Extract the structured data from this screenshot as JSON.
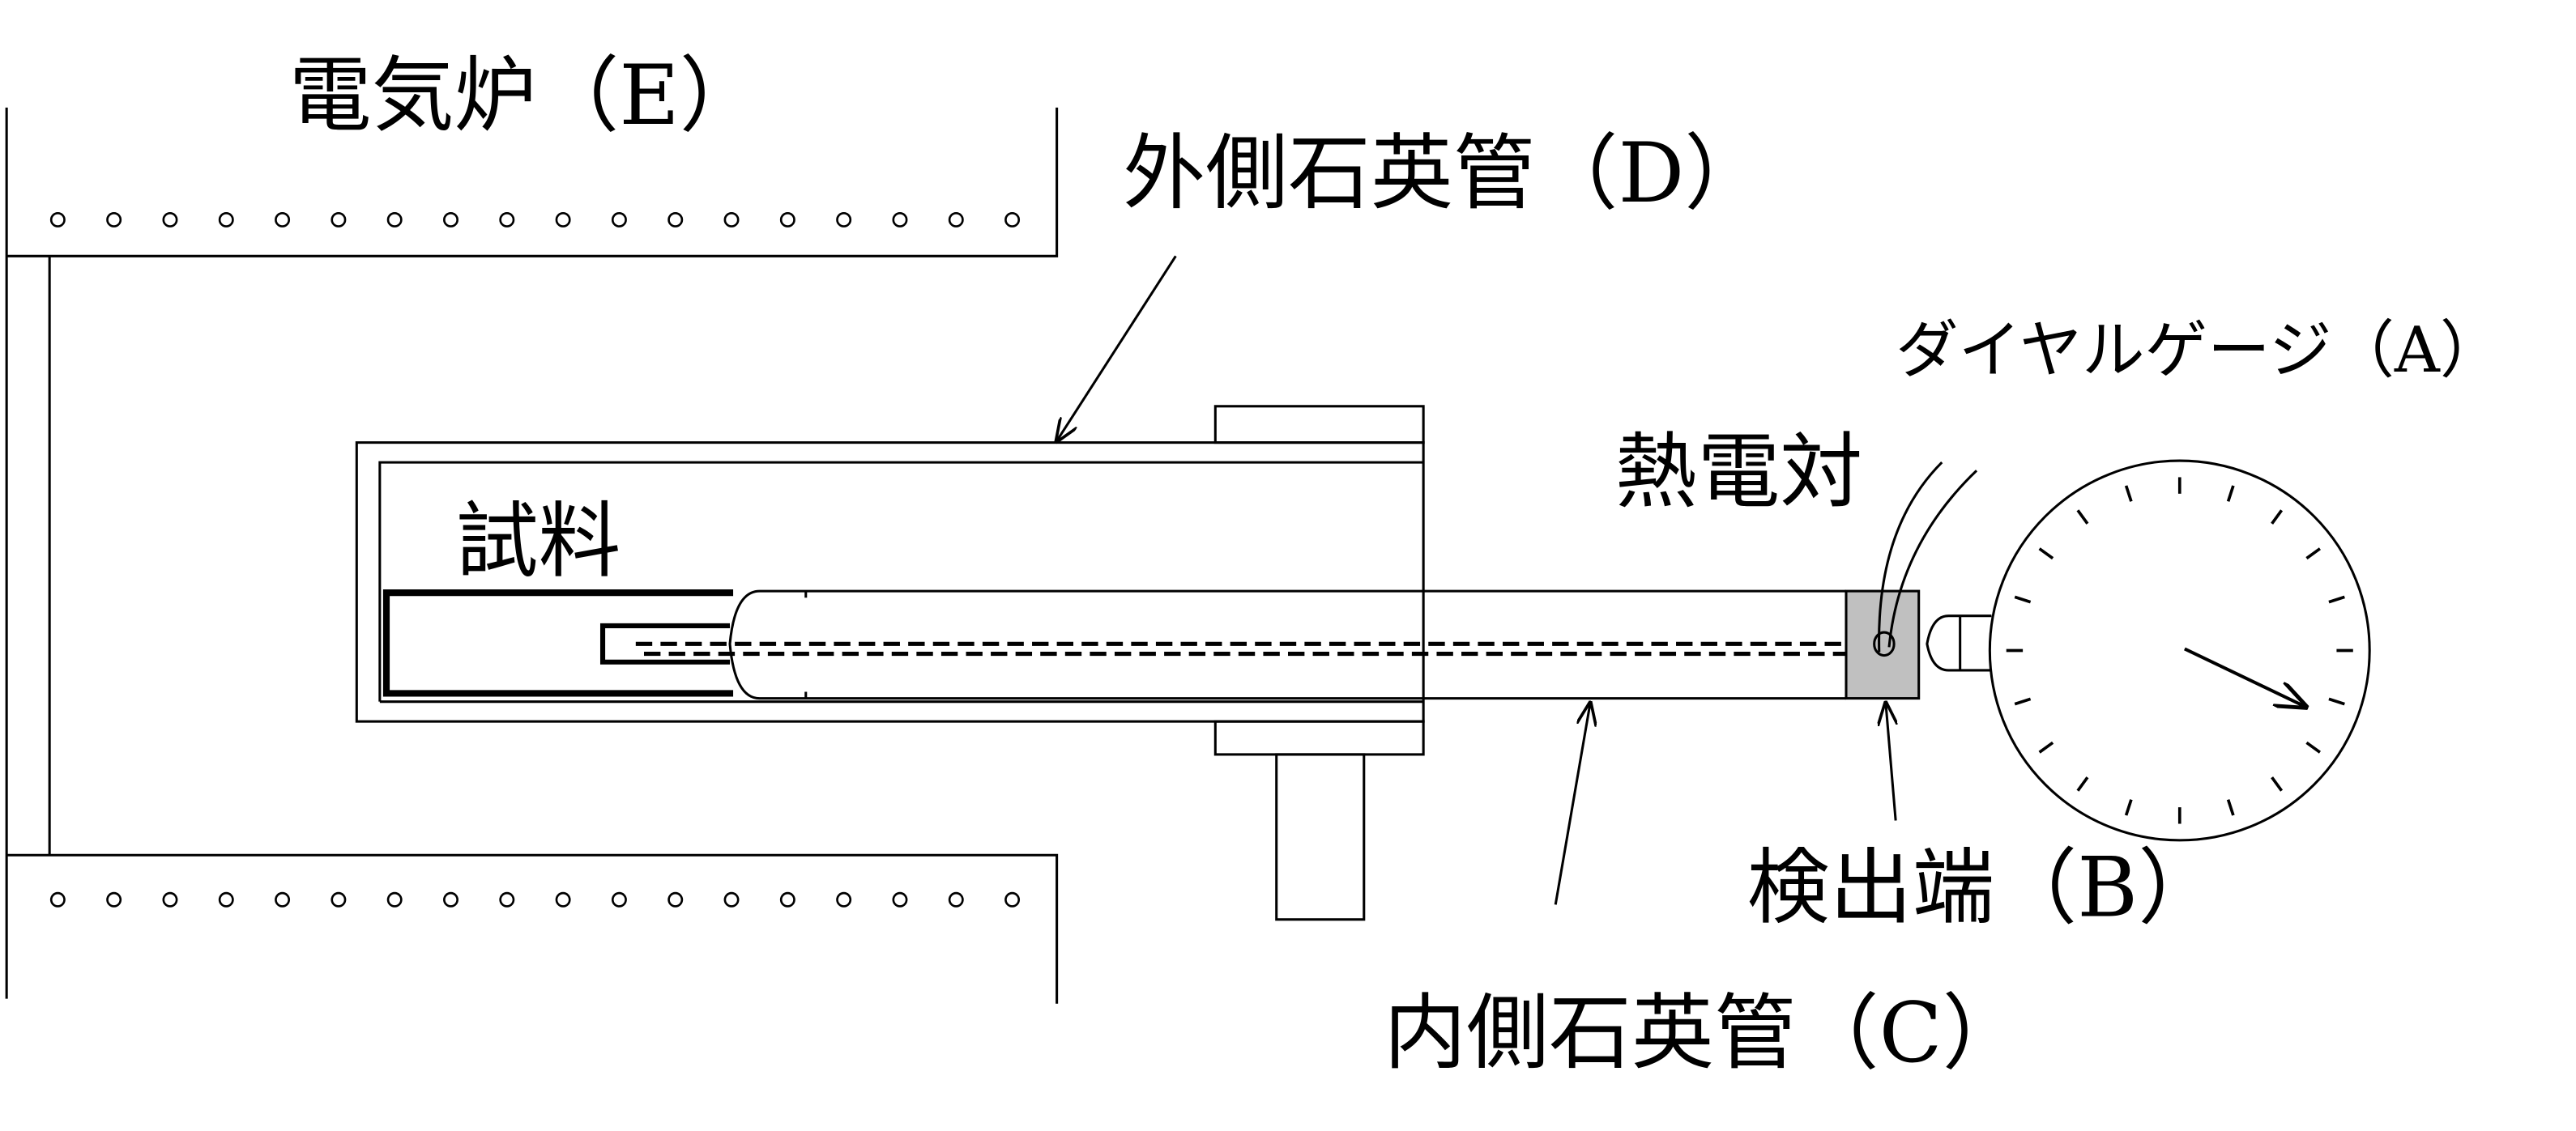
{
  "labels": {
    "furnace": "電気炉（E）",
    "outer_tube": "外側石英管（D）",
    "dial_gauge": "ダイヤルゲージ（A）",
    "thermocouple": "熱電対",
    "sample": "試料",
    "detector_end": "検出端（B）",
    "inner_tube": "内側石英管（C）"
  },
  "colors": {
    "detector_block": "#c0c0c0"
  }
}
